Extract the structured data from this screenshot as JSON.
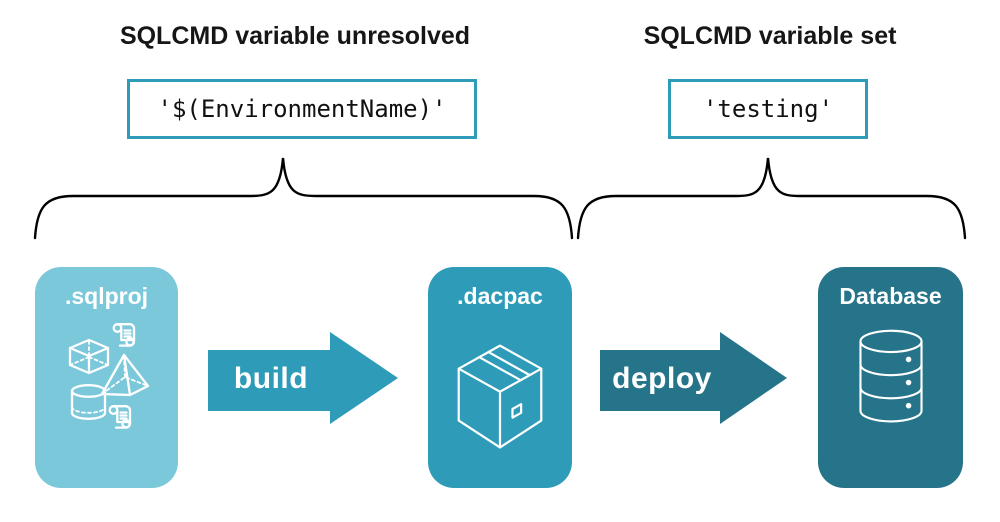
{
  "diagram": {
    "annotations": [
      {
        "heading": "SQLCMD variable unresolved",
        "code": "'$(EnvironmentName)'"
      },
      {
        "heading": "SQLCMD variable set",
        "code": "'testing'"
      }
    ],
    "pipeline": {
      "nodes": [
        {
          "id": "sqlproj",
          "label": ".sqlproj",
          "color": "#7cc8db",
          "icons": [
            "scroll-icon",
            "cube-icon",
            "pyramid-icon",
            "cylinder-icon",
            "scroll-icon"
          ]
        },
        {
          "id": "dacpac",
          "label": ".dacpac",
          "color": "#2e9cb9",
          "icons": [
            "package-icon"
          ]
        },
        {
          "id": "database",
          "label": "Database",
          "color": "#26748a",
          "icons": [
            "database-icon"
          ]
        }
      ],
      "arrows": [
        {
          "label": "build",
          "color": "#2e9cb9"
        },
        {
          "label": "deploy",
          "color": "#26748a"
        }
      ]
    },
    "colors": {
      "code_box_border": "#2e9cb9",
      "brace": "#000000",
      "heading_text": "#161616",
      "node_text": "#ffffff"
    }
  }
}
